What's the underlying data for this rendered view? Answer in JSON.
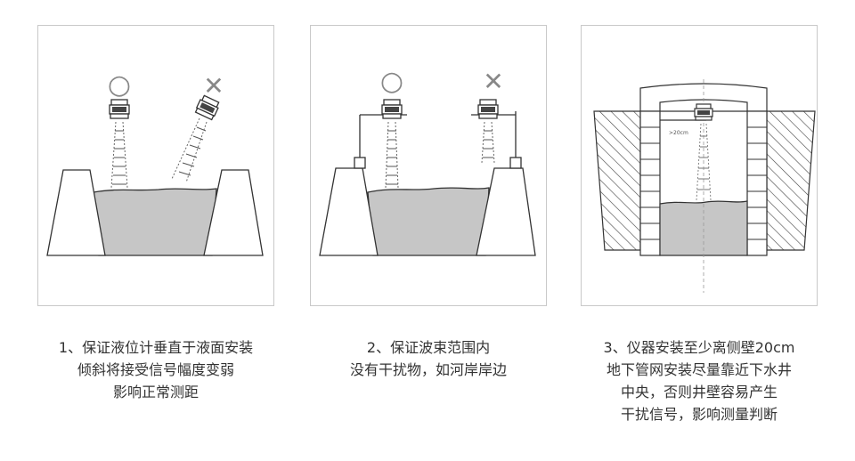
{
  "panels": [
    {
      "id": "p1",
      "marks": {
        "good": "○",
        "bad": "✕"
      },
      "caption": [
        "1、保证液位计垂直于液面安装",
        "倾斜将接受信号幅度变弱",
        "影响正常测距"
      ]
    },
    {
      "id": "p2",
      "marks": {
        "good": "○",
        "bad": "✕"
      },
      "caption": [
        "2、保证波束范围内",
        "没有干扰物，如河岸岸边"
      ]
    },
    {
      "id": "p3",
      "distance_label": ">20cm",
      "caption": [
        "3、仪器安装至少离侧壁20cm",
        "地下管网安装尽量靠近下水井",
        "中央，否则井壁容易产生",
        "干扰信号，影响测量判断"
      ]
    }
  ],
  "colors": {
    "liquid": "#c6c6c6",
    "stroke": "#333333",
    "mark": "#888888",
    "frame": "#c9c9c9"
  }
}
